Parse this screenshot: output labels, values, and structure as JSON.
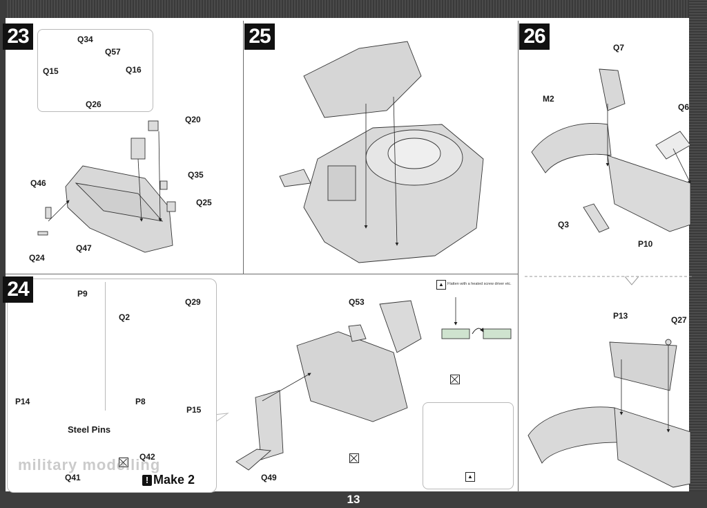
{
  "page": {
    "number": "13"
  },
  "steps": [
    {
      "id": "step-23",
      "number": "23"
    },
    {
      "id": "step-24",
      "number": "24"
    },
    {
      "id": "step-25",
      "number": "25"
    },
    {
      "id": "step-26",
      "number": "26"
    }
  ],
  "step23": {
    "labels": [
      "Q34",
      "Q57",
      "Q15",
      "Q16",
      "Q26",
      "Q20",
      "Q35",
      "Q46",
      "Q25",
      "Q24",
      "Q47"
    ]
  },
  "step24": {
    "labels": [
      "P9",
      "Q2",
      "Q29",
      "P14",
      "P8",
      "P15",
      "Q53",
      "Q49"
    ],
    "steel_pins_label": "Steel Pins",
    "pin_labels": [
      "Q42",
      "Q41"
    ],
    "make_note": "Make 2",
    "heat_note": "Flatten with a heated screw driver etc."
  },
  "step26": {
    "labels": [
      "Q7",
      "M2",
      "Q6",
      "Q3",
      "P10",
      "P13",
      "Q27"
    ]
  },
  "watermark": "military modelling",
  "icons": {
    "no_glue": "no-glue-icon",
    "heat": "flame-icon",
    "warning": "exclamation-icon"
  }
}
